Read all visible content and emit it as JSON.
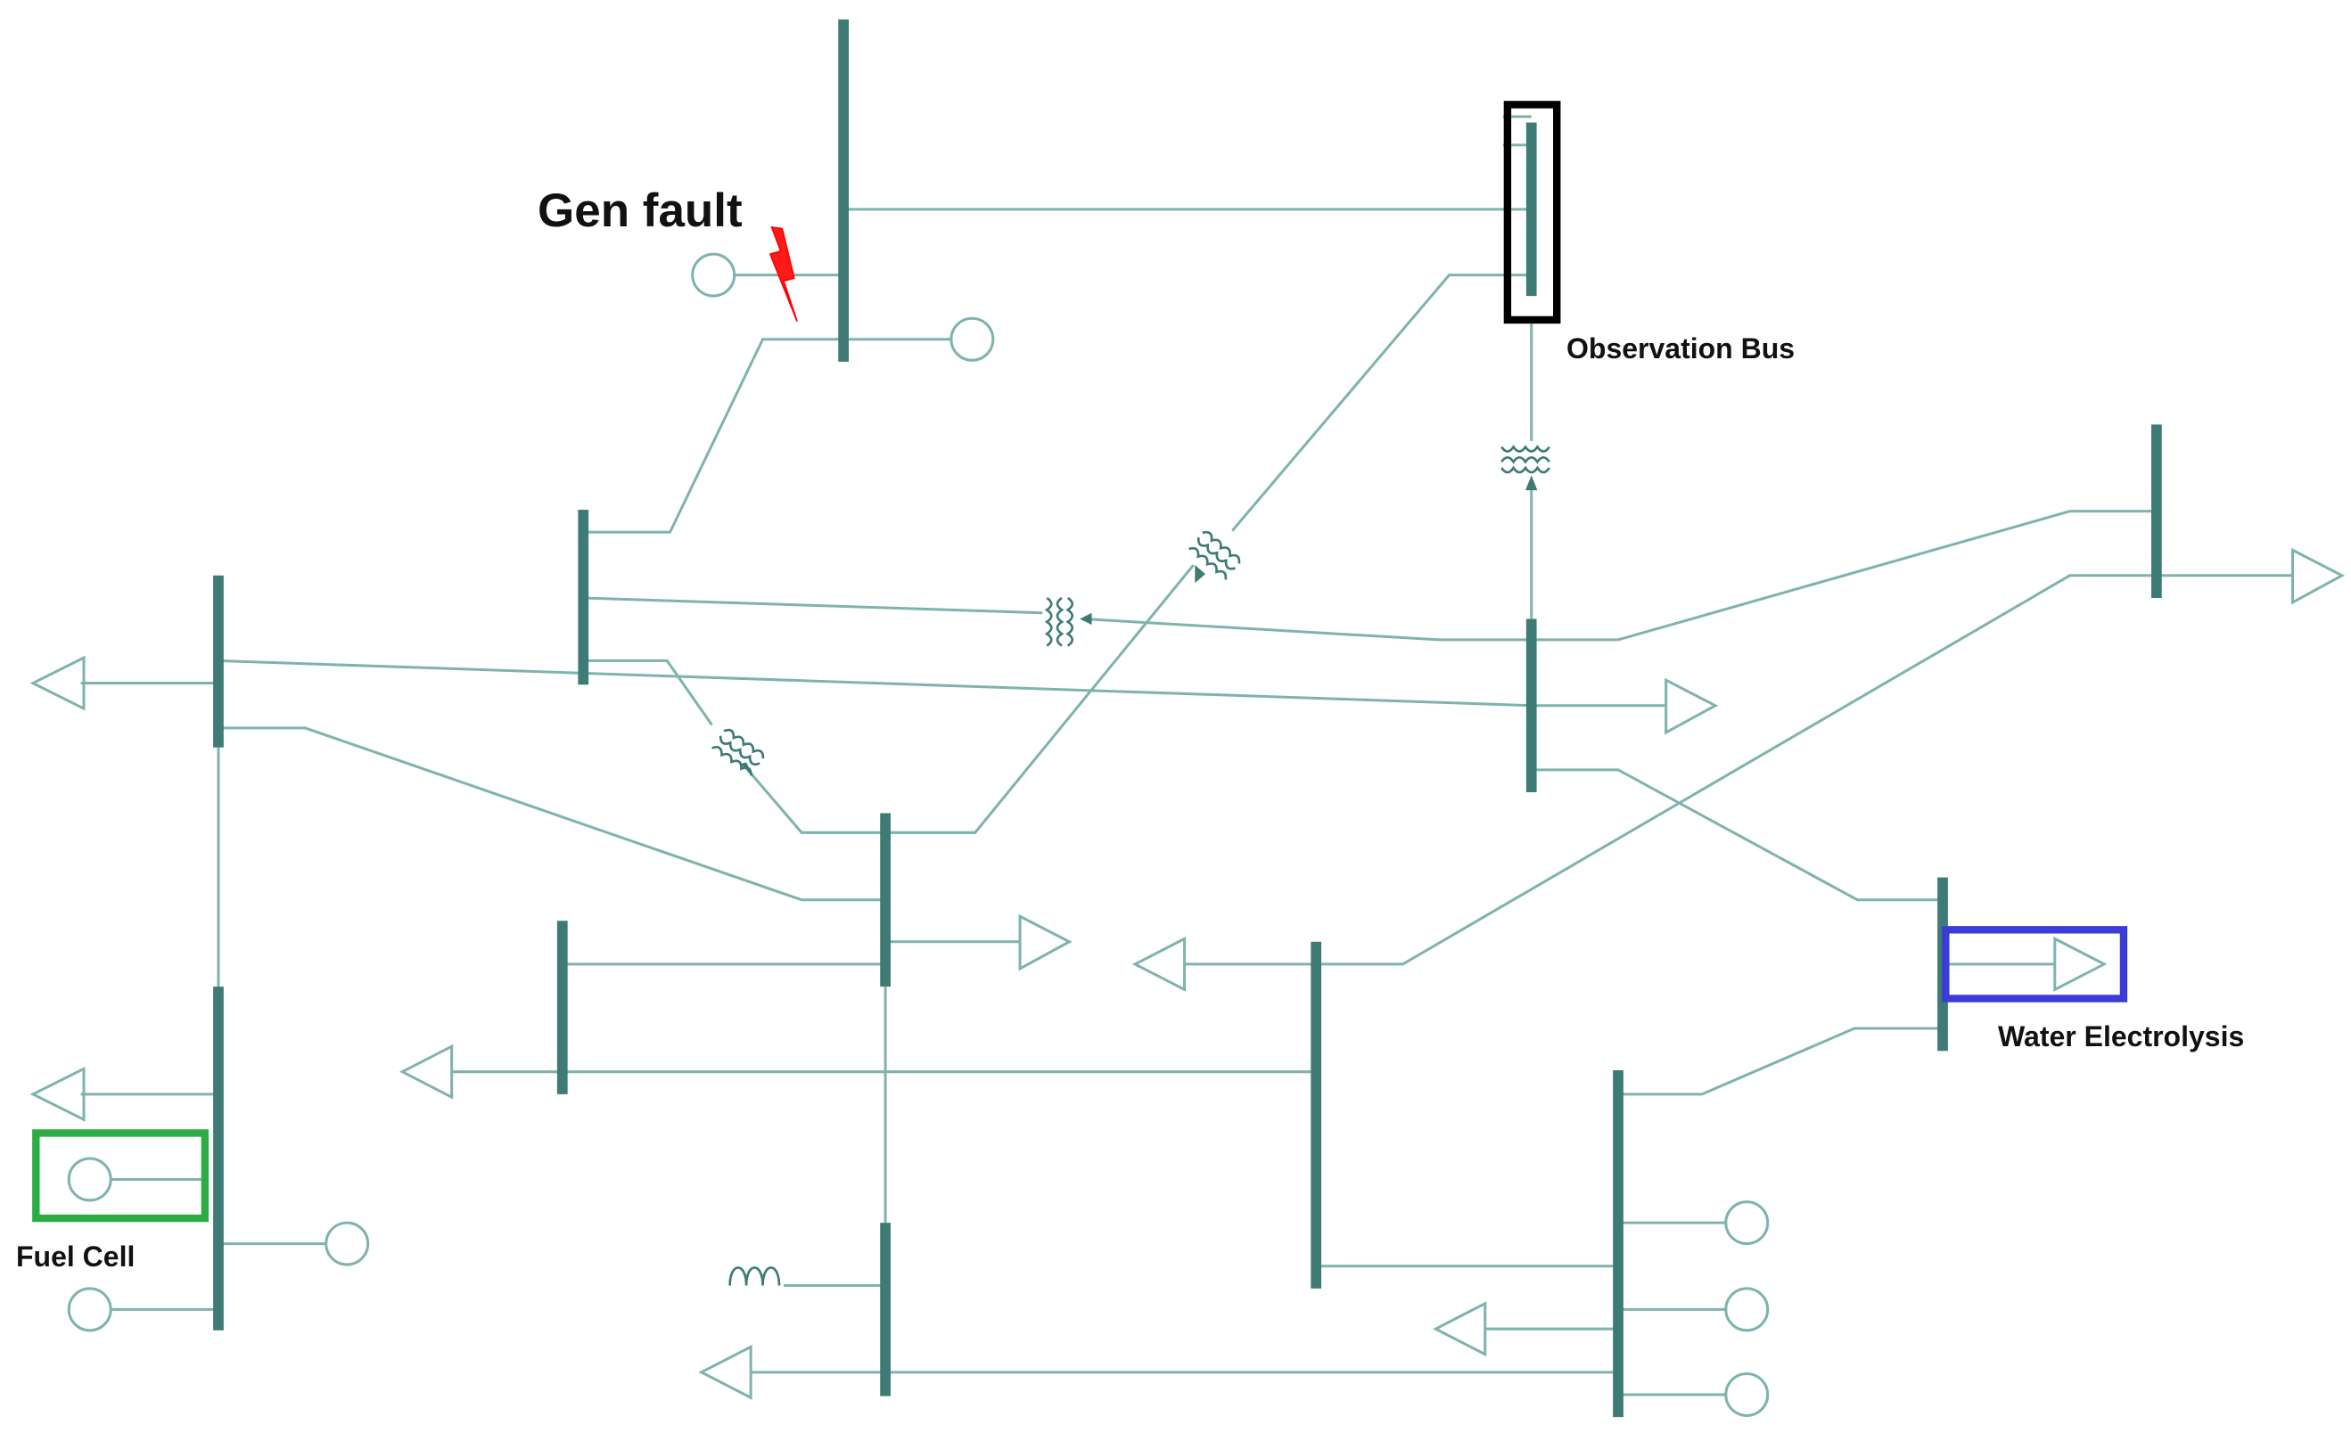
{
  "labels": {
    "gen_fault": "Gen fault",
    "observation_bus": "Observation Bus",
    "water_electrolysis": "Water Electrolysis",
    "fuel_cell": "Fuel Cell"
  },
  "colors": {
    "bus": "#3e7b75",
    "line": "#7fb3ad",
    "fault": "#ff0000",
    "observation_box": "#000000",
    "water_electrolysis_box": "#3b3bd6",
    "fuel_cell_box": "#2cad44"
  },
  "icons": [
    "lightning-bolt-icon",
    "transformer-icon",
    "generator-icon",
    "load-arrow-icon",
    "reactor-coil-icon"
  ]
}
